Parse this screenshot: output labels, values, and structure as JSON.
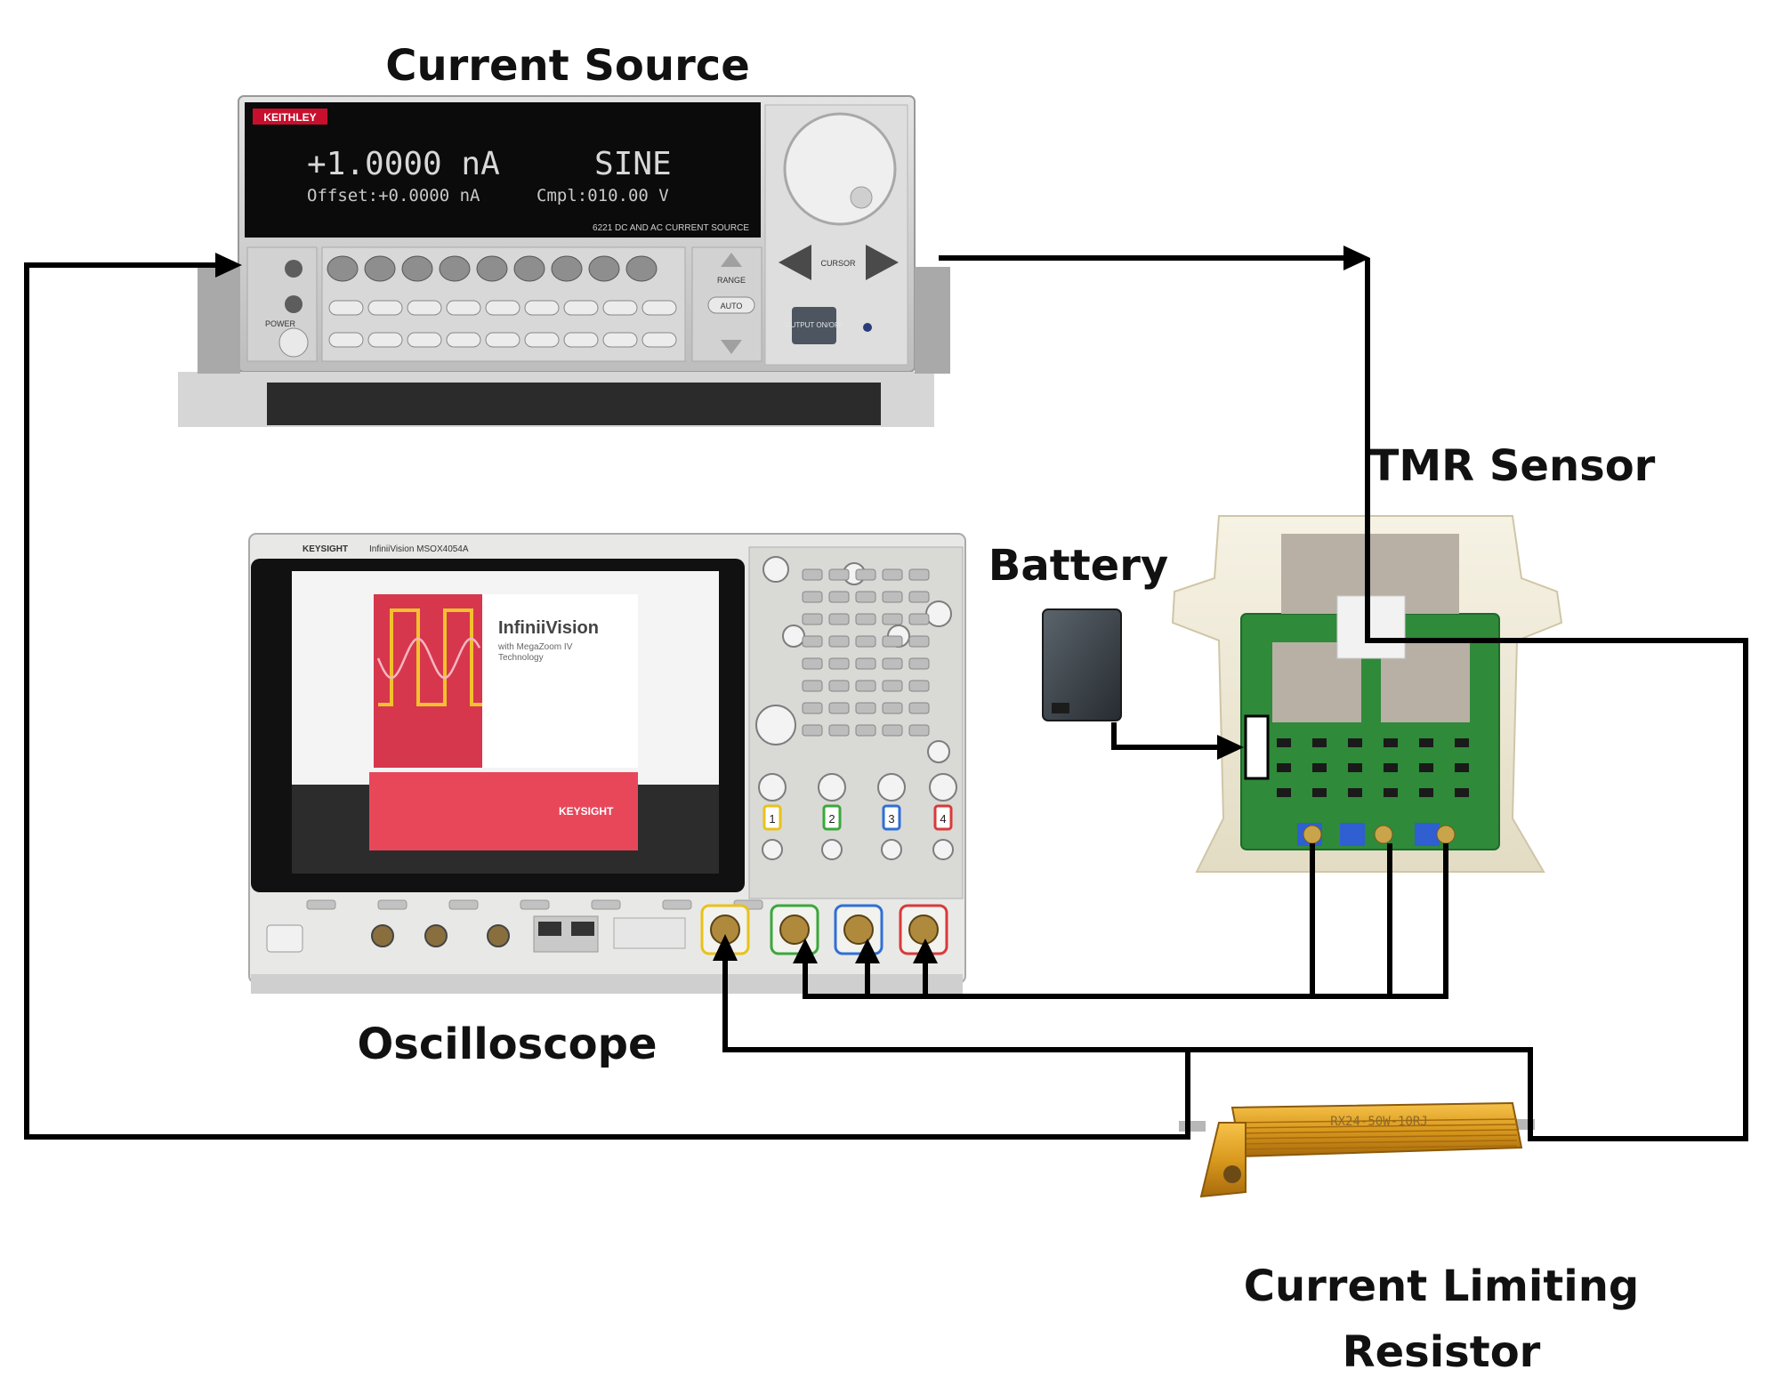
{
  "labels": {
    "current_source": "Current Source",
    "tmr_sensor": "TMR Sensor",
    "battery": "Battery",
    "oscilloscope": "Oscilloscope",
    "resistor_line1": "Current Limiting",
    "resistor_line2": "Resistor"
  },
  "current_source": {
    "brand": "KEITHLEY",
    "display_main": "+1.0000 nA",
    "display_mode": "SINE",
    "display_offset": "Offset:+0.0000 nA",
    "display_compliance": "Cmpl:010.00 V",
    "model": "6221 DC AND AC CURRENT SOURCE",
    "power_label": "POWER",
    "cursor_label": "CURSOR",
    "output_label": "OUTPUT ON/OFF",
    "range_label": "RANGE",
    "auto_label": "AUTO"
  },
  "oscilloscope": {
    "brand": "KEYSIGHT",
    "series": "InfiniiVision MSOX4054A",
    "screen_title": "InfiniiVision",
    "screen_sub1": "with MegaZoom IV",
    "screen_sub2": "Technology",
    "screen_brand": "KEYSIGHT",
    "channels": [
      "1",
      "2",
      "3",
      "4"
    ]
  },
  "resistor": {
    "marking": "RX24-50W-10RJ"
  },
  "colors": {
    "wire": "#000000",
    "keithley_red": "#c8102e",
    "scope_red": "#e8475a",
    "pcb_green": "#2f8a3a",
    "resistor_gold": "#d99a1e",
    "channel_colors": [
      "#e8c21a",
      "#3aa83a",
      "#2f6fd6",
      "#d83a3a"
    ]
  }
}
